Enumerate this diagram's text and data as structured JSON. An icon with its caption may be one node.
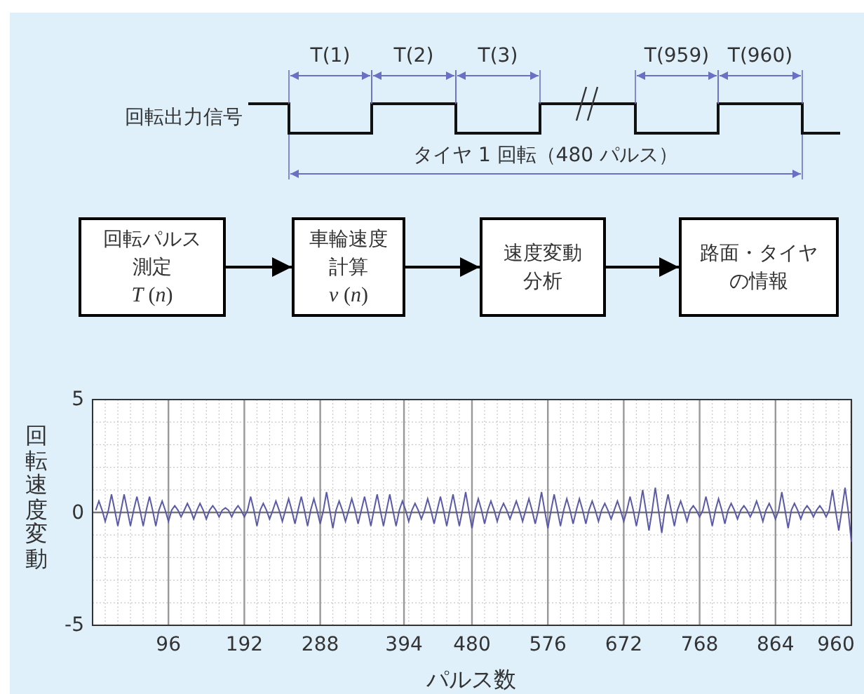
{
  "diagram": {
    "nodes": [
      {
        "text": [
          "回転パルス測定",
          "*T* (*n*)"
        ]
      },
      {
        "text": [
          "車輪速度計算",
          "*v* (*n*)"
        ]
      },
      {
        "text": [
          "速度変動分析"
        ]
      },
      {
        "text": [
          "路面・タイヤの情報"
        ]
      }
    ],
    "edges": [
      {
        "from": 0,
        "to": 1,
        "arrow": "to"
      },
      {
        "from": 1,
        "to": 2,
        "arrow": "to"
      },
      {
        "from": 2,
        "to": 3,
        "arrow": "to"
      }
    ],
    "labels": [
      "T(1)",
      "T(2)",
      "T(3)",
      "T(959)",
      "T(960)",
      "回転出力信号",
      "タイヤ 1 回転（480 パルス）"
    ],
    "chart_data": {
      "type": "line",
      "xlabel": "パルス数",
      "ylabel": "回転速度変動",
      "xlim": [
        0,
        960
      ],
      "ylim": [
        -5,
        5
      ],
      "xticks": [
        96,
        192,
        288,
        394,
        480,
        576,
        672,
        768,
        864,
        960
      ],
      "yticks": [
        -5,
        0,
        5
      ],
      "grid": true,
      "x": [
        4,
        8,
        12,
        16,
        20,
        24,
        28,
        32,
        36,
        40,
        44,
        48,
        52,
        56,
        60,
        64,
        68,
        72,
        76,
        80,
        84,
        88,
        92,
        96,
        100,
        104,
        108,
        112,
        116,
        120,
        124,
        128,
        132,
        136,
        140,
        144,
        148,
        152,
        156,
        160,
        164,
        168,
        172,
        176,
        180,
        184,
        188,
        192,
        196,
        200,
        204,
        208,
        212,
        216,
        220,
        224,
        228,
        232,
        236,
        240,
        244,
        248,
        252,
        256,
        260,
        264,
        268,
        272,
        276,
        280,
        284,
        288,
        292,
        296,
        300,
        304,
        308,
        312,
        316,
        320,
        324,
        328,
        332,
        336,
        340,
        344,
        348,
        352,
        356,
        360,
        364,
        368,
        372,
        376,
        380,
        384,
        388,
        392,
        396,
        400,
        404,
        408,
        412,
        416,
        420,
        424,
        428,
        432,
        436,
        440,
        444,
        448,
        452,
        456,
        460,
        464,
        468,
        472,
        476,
        480,
        484,
        488,
        492,
        496,
        500,
        504,
        508,
        512,
        516,
        520,
        524,
        528,
        532,
        536,
        540,
        544,
        548,
        552,
        556,
        560,
        564,
        568,
        572,
        576,
        580,
        584,
        588,
        592,
        596,
        600,
        604,
        608,
        612,
        616,
        620,
        624,
        628,
        632,
        636,
        640,
        644,
        648,
        652,
        656,
        660,
        664,
        668,
        672,
        676,
        680,
        684,
        688,
        692,
        696,
        700,
        704,
        708,
        712,
        716,
        720,
        724,
        728,
        732,
        736,
        740,
        744,
        748,
        752,
        756,
        760,
        764,
        768,
        772,
        776,
        780,
        784,
        788,
        792,
        796,
        800,
        804,
        808,
        812,
        816,
        820,
        824,
        828,
        832,
        836,
        840,
        844,
        848,
        852,
        856,
        860,
        864,
        868,
        872,
        876,
        880,
        884,
        888,
        892,
        896,
        900,
        904,
        908,
        912,
        916,
        920,
        924,
        928,
        932,
        936,
        940,
        944,
        948,
        952,
        956,
        960
      ],
      "series": [
        {
          "color": "#5a5aa8",
          "values": [
            0.1,
            0.5,
            0.1,
            -0.4,
            0.1,
            0.8,
            0.1,
            -0.6,
            0.1,
            0.8,
            0.1,
            -0.6,
            0.1,
            0.7,
            0.1,
            -0.6,
            0.1,
            0.7,
            0.1,
            -0.6,
            0.1,
            0.5,
            0.1,
            -0.4,
            0.1,
            0.3,
            0.1,
            -0.2,
            0.1,
            0.4,
            0.1,
            -0.3,
            0.1,
            0.4,
            0.1,
            -0.3,
            0.1,
            0.3,
            0.1,
            -0.2,
            0.1,
            0.2,
            0.1,
            -0.2,
            0.1,
            0.3,
            0.1,
            -0.2,
            0.1,
            0.7,
            0.1,
            -0.6,
            0.1,
            0.4,
            0.1,
            -0.3,
            0.1,
            0.5,
            0.1,
            -0.4,
            0.1,
            0.6,
            0.1,
            -0.5,
            0.1,
            0.7,
            0.1,
            -0.6,
            0.1,
            0.6,
            0.1,
            -0.5,
            0.1,
            0.9,
            0.1,
            -0.7,
            0.1,
            0.5,
            0.1,
            -0.4,
            0.1,
            0.6,
            0.1,
            -0.5,
            0.1,
            0.7,
            0.1,
            -0.6,
            0.1,
            0.8,
            0.1,
            -0.6,
            0.1,
            0.8,
            0.1,
            -0.6,
            0.1,
            0.5,
            0.1,
            -0.4,
            0.1,
            0.4,
            0.1,
            -0.3,
            0.1,
            0.6,
            0.1,
            -0.5,
            0.1,
            0.7,
            0.1,
            -0.6,
            0.1,
            0.8,
            0.1,
            -0.6,
            0.1,
            0.9,
            0.1,
            -0.7,
            0.1,
            0.6,
            0.1,
            -0.5,
            0.1,
            0.5,
            0.1,
            -0.4,
            0.1,
            0.4,
            0.1,
            -0.3,
            0.1,
            0.5,
            0.1,
            -0.4,
            0.1,
            0.6,
            0.1,
            -0.5,
            0.1,
            0.9,
            0.1,
            -0.7,
            0.1,
            0.8,
            0.1,
            -0.6,
            0.1,
            0.6,
            0.1,
            -0.5,
            0.1,
            0.6,
            0.1,
            -0.5,
            0.1,
            0.5,
            0.1,
            -0.4,
            0.1,
            0.4,
            0.1,
            -0.3,
            0.1,
            0.5,
            0.1,
            -0.4,
            0.1,
            0.7,
            0.1,
            -0.6,
            0.1,
            1.0,
            0.1,
            -0.8,
            0.1,
            1.1,
            0.1,
            -0.9,
            0.1,
            0.8,
            0.1,
            -0.6,
            0.1,
            0.5,
            0.1,
            -0.4,
            0.1,
            0.3,
            0.1,
            -0.2,
            0.1,
            0.7,
            0.1,
            -0.6,
            0.1,
            0.6,
            0.1,
            -0.5,
            0.1,
            0.4,
            0.1,
            -0.3,
            0.1,
            0.3,
            0.1,
            -0.2,
            0.1,
            0.5,
            0.1,
            -0.4,
            0.1,
            0.4,
            0.1,
            -0.3,
            0.1,
            0.9,
            0.1,
            -0.7,
            0.1,
            0.4,
            0.1,
            -0.3,
            0.1,
            0.3,
            0.1,
            -0.2,
            0.1,
            0.3,
            0.1,
            -0.2,
            0.1,
            1.0,
            0.1,
            -0.8,
            0.1,
            1.1,
            0.1,
            -1.3
          ]
        }
      ]
    }
  }
}
